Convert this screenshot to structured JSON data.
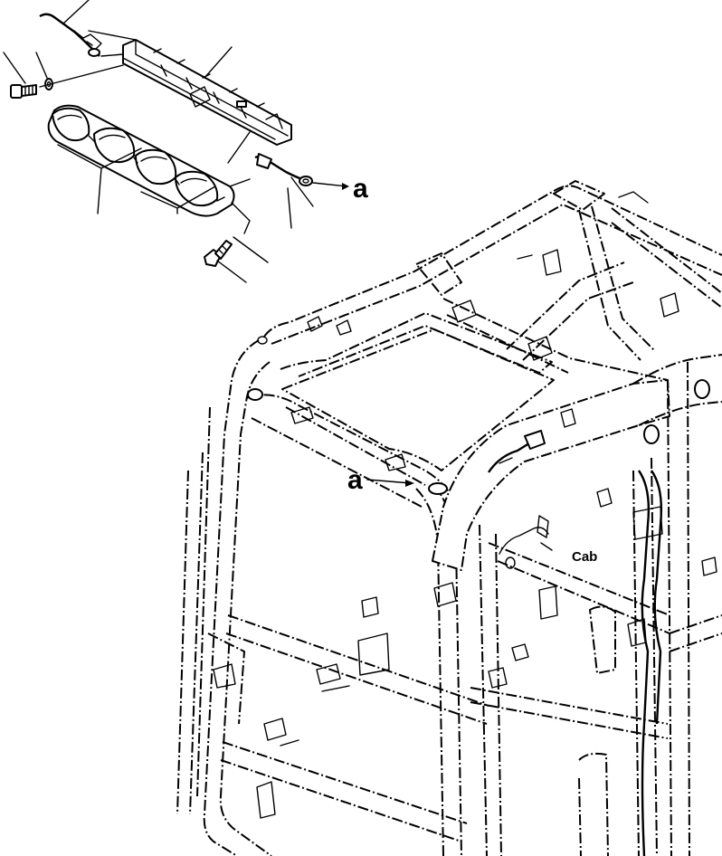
{
  "labels": {
    "ref_a_top": "a",
    "ref_a_middle": "a",
    "cab": "Cab"
  },
  "colors": {
    "line": "#000000",
    "background": "#ffffff"
  },
  "icons": {
    "harness_connector": "harness-connector-icon",
    "lamp_assembly": "lamp-assembly-icon",
    "mounting_bracket": "mounting-bracket-icon",
    "bolt": "bolt-icon",
    "washer": "washer-icon",
    "cab_frame": "cab-frame-icon"
  }
}
